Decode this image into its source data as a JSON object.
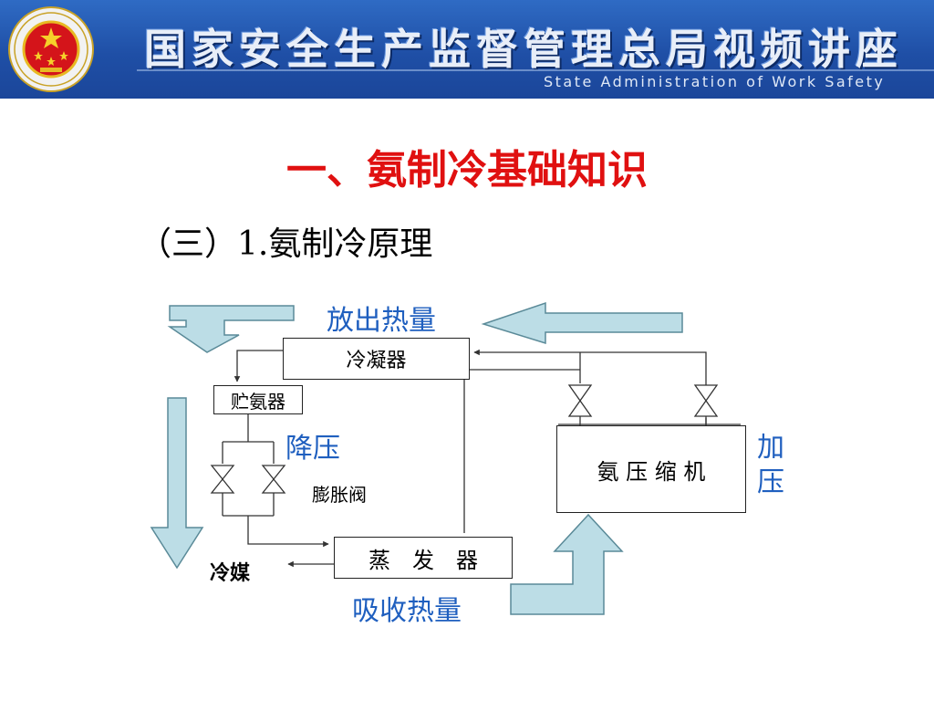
{
  "banner": {
    "title_cn": "国家安全生产监督管理总局视频讲座",
    "title_en": "State Administration of Work Safety"
  },
  "slide": {
    "title": "一、氨制冷基础知识",
    "subtitle": "（三）1.氨制冷原理"
  },
  "diagram": {
    "condenser": "冷凝器",
    "ammonia_receiver": "贮氨器",
    "pressure_drop": "降压",
    "expansion_valve": "膨胀阀",
    "compressor": "氨 压 缩 机",
    "pressurize": "加\n压",
    "evaporator": "蒸　发　器",
    "refrigerant": "冷媒",
    "heat_release": "放出热量",
    "heat_absorb": "吸收热量"
  },
  "colors": {
    "banner_blue": "#2358b0",
    "title_red": "#e01010",
    "label_blue": "#1f5fbf",
    "arrow_fill": "#bcdde6",
    "arrow_stroke": "#5a8a98"
  },
  "icons": [
    "national-emblem-icon",
    "valve-icon",
    "flow-arrow-icon"
  ]
}
